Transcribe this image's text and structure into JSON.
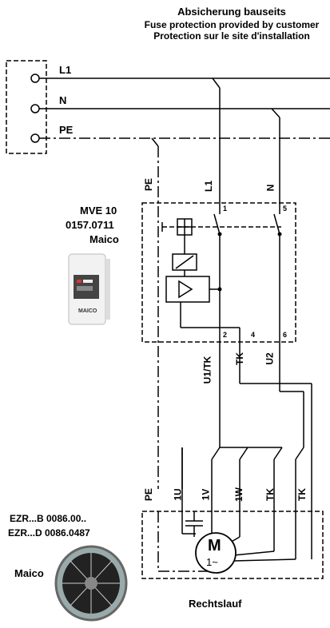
{
  "header": {
    "line1": "Absicherung bauseits",
    "line2": "Fuse protection provided by customer",
    "line3": "Protection sur le site d'installation"
  },
  "supply": {
    "l1": "L1",
    "n": "N",
    "pe": "PE"
  },
  "controller": {
    "model": "MVE 10",
    "code": "0157.0711",
    "brand": "Maico",
    "device_label": "MAICO",
    "inputs": {
      "pe": "PE",
      "l1": "L1",
      "n": "N"
    },
    "terminals": {
      "t1": "1",
      "t5": "5",
      "t2": "2",
      "t4": "4",
      "t6": "6"
    },
    "outputs": {
      "u1tk": "U1/TK",
      "tk": "TK",
      "u2": "U2"
    }
  },
  "motor_unit": {
    "model1": "EZR...B 0086.00..",
    "model2": "EZR...D 0086.0487",
    "brand": "Maico",
    "terminals": {
      "pe": "PE",
      "u1": "1U",
      "v1": "1V",
      "w1": "1W",
      "tk1": "TK",
      "tk2": "TK"
    },
    "motor_symbol": "M",
    "motor_phase": "1~",
    "rotation": "Rechtslauf"
  }
}
